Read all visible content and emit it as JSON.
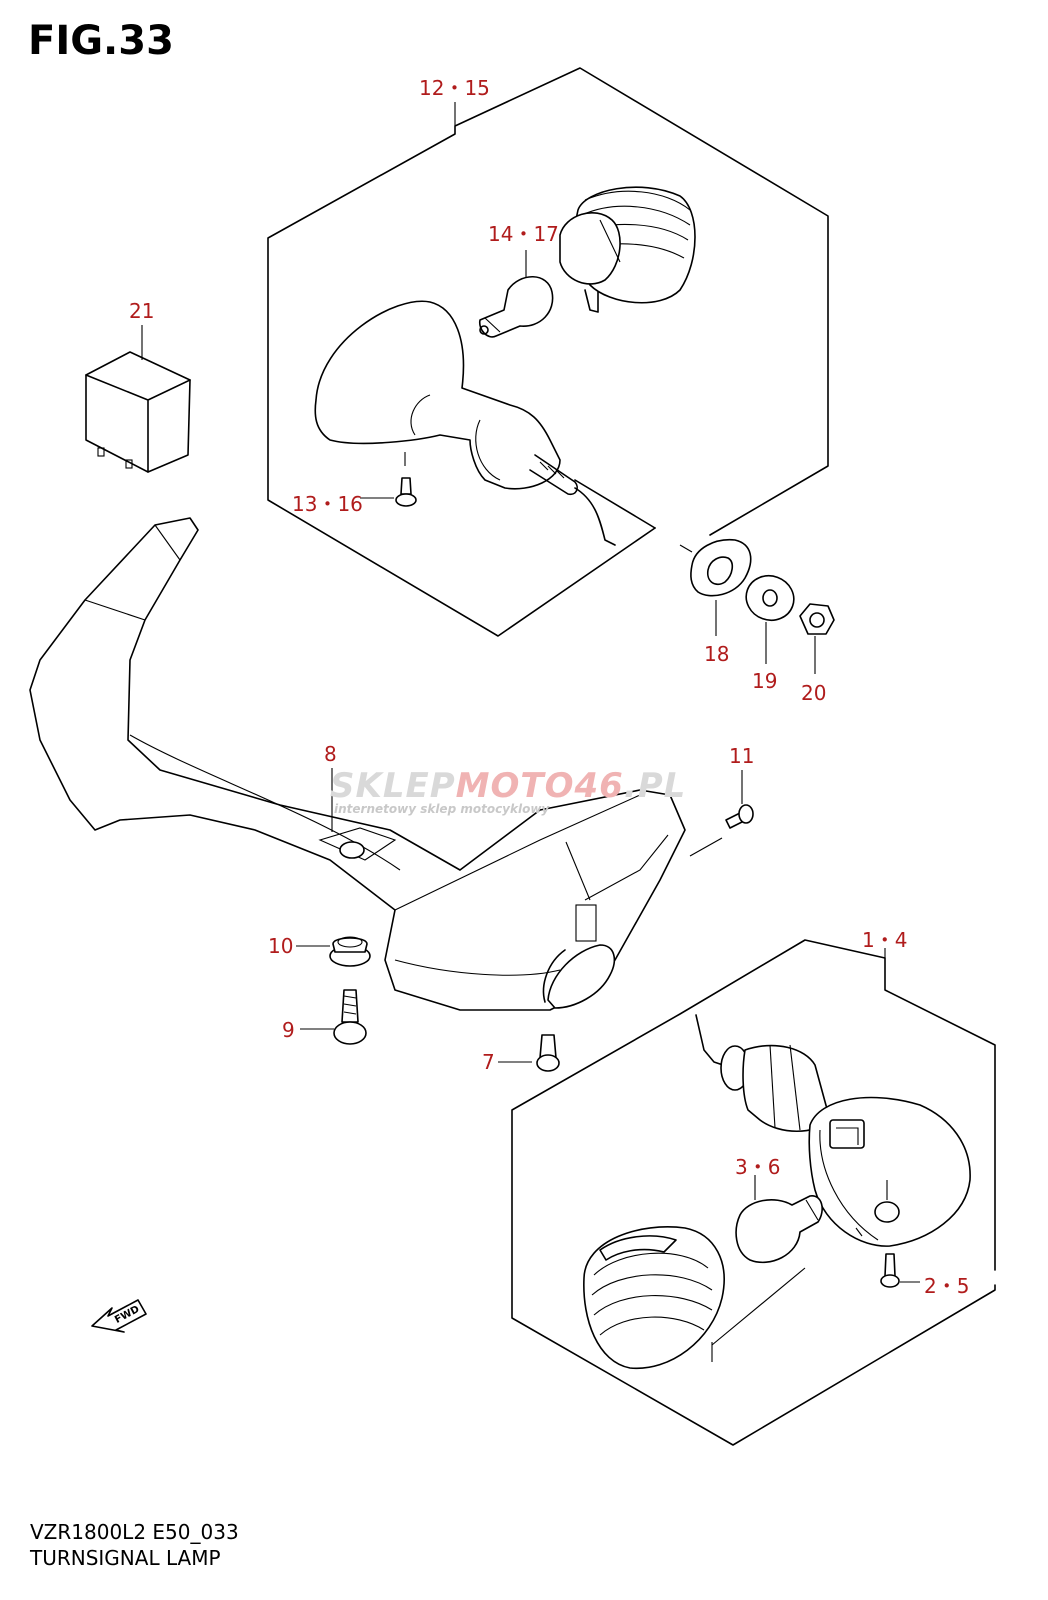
{
  "figure": {
    "title": "FIG.33",
    "model_code": "VZR1800L2 E50_033",
    "caption": "TURNSIGNAL LAMP"
  },
  "watermark": {
    "text_a": "SKLEP",
    "text_b": "MOTO46",
    "text_c": ".PL",
    "tagline": "internetowy sklep motocyklowy"
  },
  "fwd_label": "FWD",
  "callouts": {
    "c12_15": "12・15",
    "c14_17": "14・17",
    "c21": "21",
    "c13_16": "13・16",
    "c18": "18",
    "c19": "19",
    "c20": "20",
    "c8": "8",
    "c11": "11",
    "c1_4": "1・4",
    "c10": "10",
    "c9": "9",
    "c7": "7",
    "c3_6": "3・6",
    "c2_5": "2・5"
  },
  "colors": {
    "callout": "#b01c1c",
    "line": "#000000",
    "watermark": "#d9d9d9",
    "watermark_accent": "#f0b3b3"
  }
}
